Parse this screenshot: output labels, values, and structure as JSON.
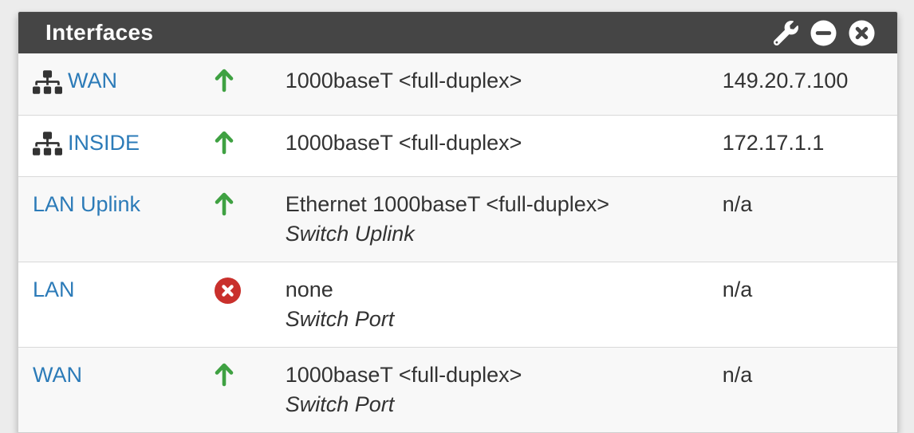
{
  "panel": {
    "title": "Interfaces",
    "actions": {
      "settings_icon": "wrench",
      "minimize_icon": "minus-circle",
      "close_icon": "times-circle"
    }
  },
  "colors": {
    "header_bg": "#454545",
    "header_text": "#ffffff",
    "link_blue": "#2c7bb8",
    "status_up_green": "#3fa142",
    "status_down_red": "#c9302c",
    "row_alt_bg": "#f8f8f8",
    "body_text": "#333333",
    "page_bg": "#ececec"
  },
  "table": {
    "rows": [
      {
        "name": "WAN",
        "icon": "sitemap",
        "status": "up",
        "media": "1000baseT <full-duplex>",
        "address": "149.20.7.100"
      },
      {
        "name": "INSIDE",
        "icon": "sitemap",
        "status": "up",
        "media": "1000baseT <full-duplex>",
        "address": "172.17.1.1"
      },
      {
        "name": "LAN Uplink",
        "icon": "none",
        "status": "up",
        "media": "Ethernet 1000baseT <full-duplex>",
        "detail": "Switch Uplink",
        "address": "n/a"
      },
      {
        "name": "LAN",
        "icon": "none",
        "status": "down",
        "media": "none",
        "detail": "Switch Port",
        "address": "n/a"
      },
      {
        "name": "WAN",
        "icon": "none",
        "status": "up",
        "media": "1000baseT <full-duplex>",
        "detail": "Switch Port",
        "address": "n/a"
      }
    ]
  }
}
